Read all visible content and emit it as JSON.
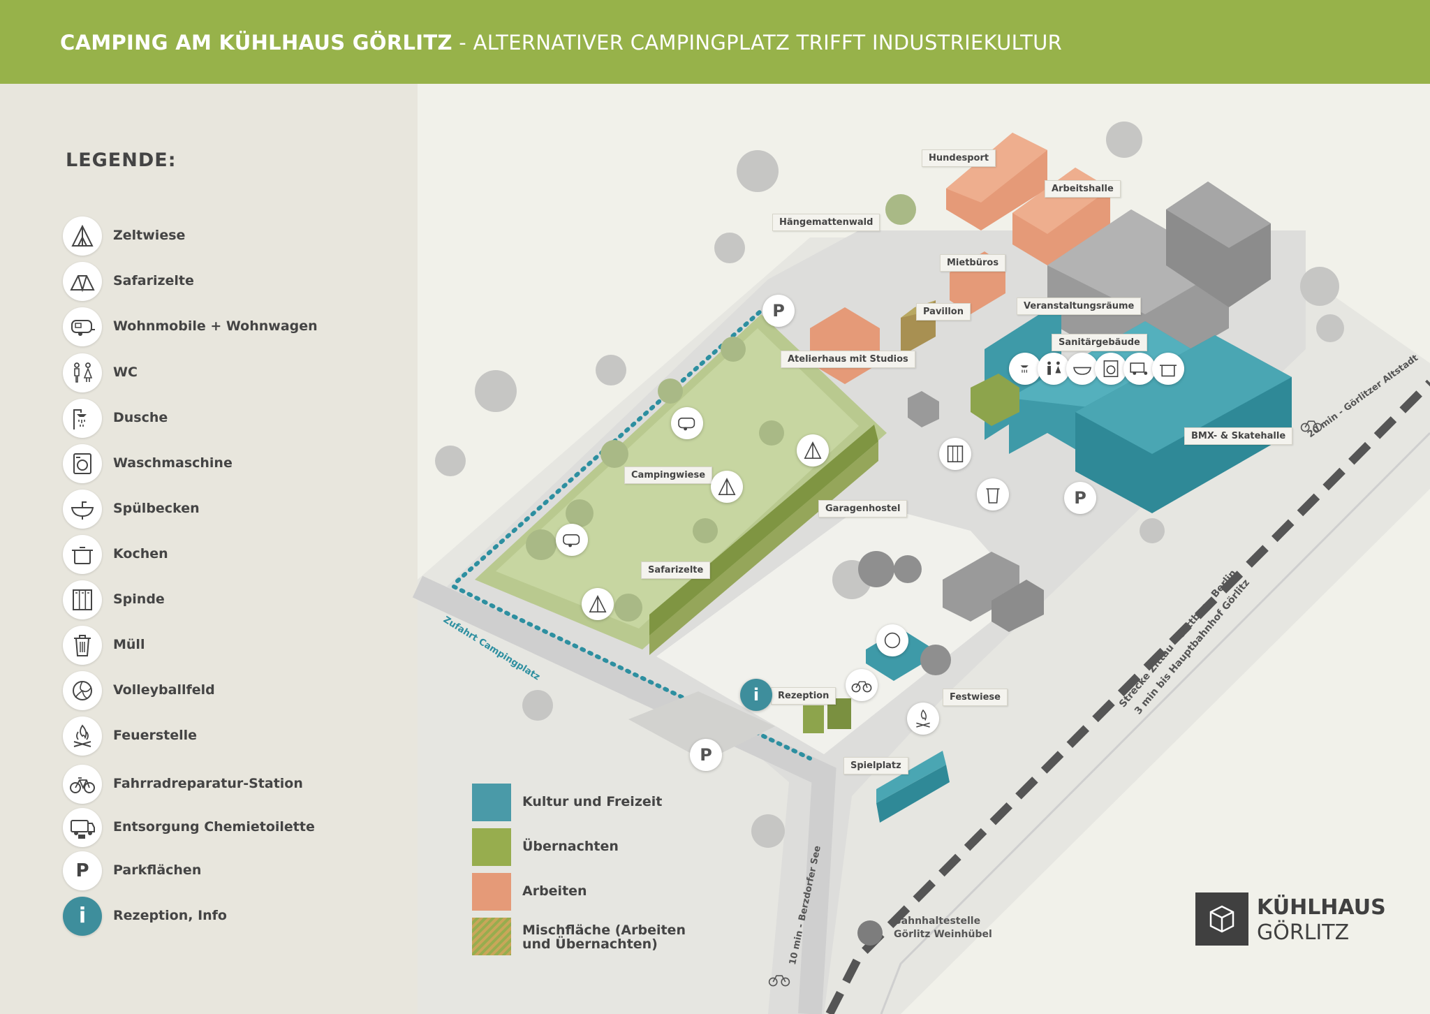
{
  "header": {
    "title_bold": "CAMPING AM KÜHLHAUS GÖRLITZ",
    "title_rest": " - ALTERNATIVER CAMPINGPLATZ TRIFFT INDUSTRIEKULTUR"
  },
  "legend": {
    "heading": "LEGENDE:",
    "items": [
      {
        "label": "Zeltwiese",
        "icon": "tent-icon"
      },
      {
        "label": "Safarizelte",
        "icon": "safari-tent-icon"
      },
      {
        "label": "Wohnmobile + Wohnwagen",
        "icon": "caravan-icon"
      },
      {
        "label": "WC",
        "icon": "wc-icon"
      },
      {
        "label": "Dusche",
        "icon": "shower-icon"
      },
      {
        "label": "Waschmaschine",
        "icon": "washing-machine-icon"
      },
      {
        "label": "Spülbecken",
        "icon": "sink-icon"
      },
      {
        "label": "Kochen",
        "icon": "cooking-pot-icon"
      },
      {
        "label": "Spinde",
        "icon": "locker-icon"
      },
      {
        "label": "Müll",
        "icon": "trash-icon"
      },
      {
        "label": "Volleyballfeld",
        "icon": "volleyball-icon"
      },
      {
        "label": "Feuerstelle",
        "icon": "campfire-icon"
      },
      {
        "label": "Fahrradreparatur-Station",
        "icon": "bicycle-icon"
      },
      {
        "label": "Entsorgung Chemietoilette",
        "icon": "chemical-toilet-icon"
      },
      {
        "label": "Parkflächen",
        "icon": "parking-icon",
        "glyph": "P"
      },
      {
        "label": "Rezeption, Info",
        "icon": "info-icon",
        "glyph": "i"
      }
    ]
  },
  "categories": [
    {
      "label": "Kultur und Freizeit",
      "color": "#4a9aa8"
    },
    {
      "label": "Übernachten",
      "color": "#97ad4e"
    },
    {
      "label": "Arbeiten",
      "color": "#e59a78"
    },
    {
      "label": "Mischfläche (Arbeiten und Übernachten)",
      "color": "#b59a4c"
    }
  ],
  "map_labels": {
    "hundesport": "Hundesport",
    "arbeitshalle": "Arbeitshalle",
    "haengemattenwald": "Hängemattenwald",
    "mietbueros": "Mietbüros",
    "veranstaltungsraeume": "Veranstaltungsräume",
    "pavillon": "Pavillon",
    "sanitaergebaeude": "Sanitärgebäude",
    "atelierhaus": "Atelierhaus mit Studios",
    "campingwiese": "Campingwiese",
    "bmx": "BMX- & Skatehalle",
    "garagenhostel": "Garagenhostel",
    "safarizelte": "Safarizelte",
    "rezeption": "Rezeption",
    "festwiese": "Festwiese",
    "spielplatz": "Spielplatz",
    "zufahrt": "Zufahrt Campingplatz",
    "altstadt": "20 min - Görlitzer Altstadt",
    "berzdorf": "10 min - Berzdorfer See",
    "strecke_l1": "Strecke Zittau - Cottbus - Berlin",
    "strecke_l2": "3 min bis Hauptbahnhof Görlitz",
    "station_l1": "Bahnhaltestelle",
    "station_l2": "Görlitz Weinhübel",
    "parking": "P",
    "info": "i"
  },
  "brand": {
    "line1": "KÜHLHAUS",
    "line2": "GÖRLITZ"
  },
  "colors": {
    "header_green": "#97b24a",
    "teal": "#3e9aa8",
    "green": "#97ad4e",
    "orange": "#e59a78",
    "grey_building": "#8d8d8d"
  }
}
